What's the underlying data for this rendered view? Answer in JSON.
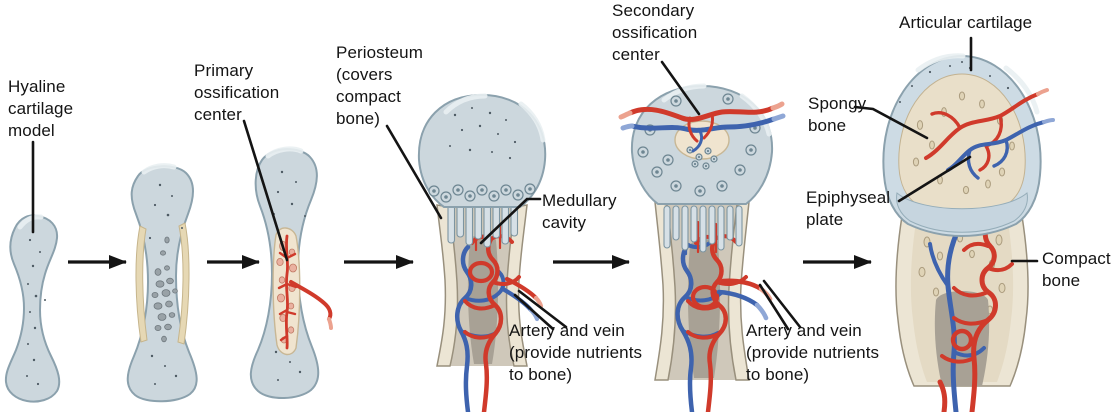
{
  "labels": {
    "hyaline_cartilage_model": "Hyaline\ncartilage\nmodel",
    "primary_ossification_center": "Primary\nossification\ncenter",
    "periosteum": "Periosteum\n(covers\ncompact\nbone)",
    "medullary_cavity": "Medullary\ncavity",
    "artery_and_vein_stage4": "Artery and vein\n(provide nutrients\nto bone)",
    "secondary_ossification_center": "Secondary\nossification\ncenter",
    "artery_and_vein_stage5": "Artery and vein\n(provide nutrients\nto bone)",
    "articular_cartilage": "Articular cartilage",
    "spongy_bone": "Spongy\nbone",
    "epiphyseal_plate": "Epiphyseal\nplate",
    "compact_bone": "Compact\nbone"
  },
  "colors": {
    "artery_red": "#d03a2b",
    "vein_blue": "#3e63ae",
    "cartilage_fill": "#ccd7dd",
    "cartilage_outline": "#8ba1ad",
    "bone_fill": "#ece5d4",
    "bone_outline": "#99907d",
    "spongy_fill": "#e9dfc9",
    "interior_gray": "#a8a195",
    "label_text": "#141414",
    "background": "#ffffff"
  }
}
